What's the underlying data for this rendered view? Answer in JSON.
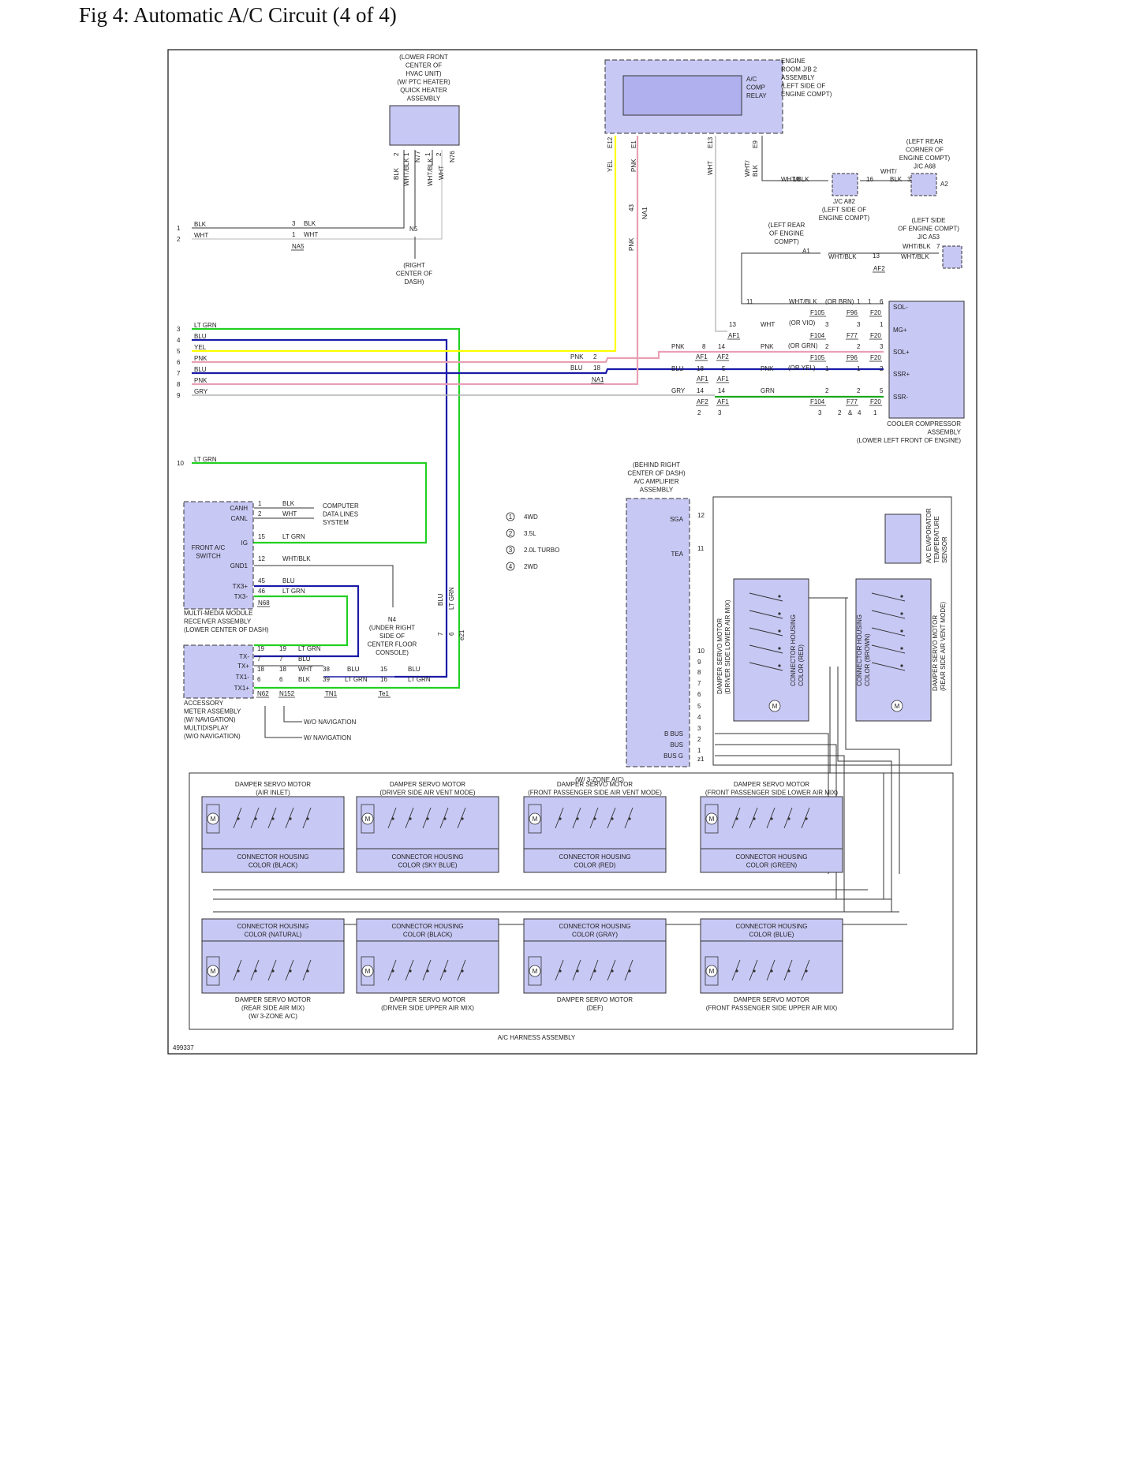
{
  "title": "Fig 4: Automatic A/C Circuit (4 of 4)",
  "figure_id": "499337",
  "harness_label": "A/C HARNESS ASSEMBLY",
  "colors": {
    "component_fill": "#c8c8f5",
    "wire_yel": "#ffff00",
    "wire_pnk": "#e9a0b4",
    "wire_blu": "#1a1aa8",
    "wire_ltgrn": "#22d022",
    "wire_grn": "#1aa81a",
    "wire_gry": "#a8a8a8",
    "wire_wht": "#b4b4b4",
    "wire_blk": "#333333"
  },
  "components": {
    "quick_heater": [
      "(LOWER FRONT",
      "CENTER OF",
      "HVAC UNIT)",
      "(W/ PTC HEATER)",
      "QUICK HEATER",
      "ASSEMBLY"
    ],
    "engine_room_jb": [
      "ENGINE",
      "ROOM J/B 2",
      "ASSEMBLY",
      "(LEFT SIDE OF",
      "ENGINE COMPT)"
    ],
    "ac_comp_relay": [
      "A/C",
      "COMP",
      "RELAY"
    ],
    "jc_a68": [
      "(LEFT REAR",
      "CORNER OF",
      "ENGINE COMPT)",
      "J/C A68"
    ],
    "jc_a82": [
      "J/C A82",
      "(LEFT SIDE OF",
      "ENGINE COMPT)"
    ],
    "left_rear_engine": [
      "(LEFT REAR",
      "OF ENGINE",
      "COMPT)"
    ],
    "jc_a53": [
      "(LEFT SIDE",
      "OF ENGINE COMPT)",
      "J/C A53"
    ],
    "right_center_dash": [
      "(RIGHT",
      "CENTER OF",
      "DASH)"
    ],
    "cooler_compressor": [
      "COOLER COMPRESSOR",
      "ASSEMBLY",
      "(LOWER LEFT FRONT OF ENGINE)"
    ],
    "ac_amplifier": [
      "(BEHIND RIGHT",
      "CENTER OF DASH)",
      "A/C AMPLIFIER",
      "ASSEMBLY"
    ],
    "front_ac_switch": [
      "FRONT A/C",
      "SWITCH"
    ],
    "multimedia": [
      "MULTI-MEDIA MODULE",
      "RECEIVER ASSEMBLY",
      "(LOWER CENTER OF DASH)"
    ],
    "accessory_meter": [
      "ACCESSORY",
      "METER ASSEMBLY",
      "(W/ NAVIGATION)",
      "MULTIDISPLAY",
      "(W/O NAVIGATION)"
    ],
    "computer_data": [
      "COMPUTER",
      "DATA LINES",
      "SYSTEM"
    ],
    "n4": [
      "N4",
      "(UNDER RIGHT",
      "SIDE OF",
      "CENTER FLOOR",
      "CONSOLE)"
    ],
    "evap_sensor": [
      "A/C EVAPORATOR",
      "TEMPERATURE",
      "SENSOR"
    ],
    "servo_driver_lower": [
      "DAMPER SERVO MOTOR",
      "(DRIVER SIDE LOWER AIR MIX)"
    ],
    "conn_red_v": [
      "CONNECTOR HOUSING",
      "COLOR (RED)"
    ],
    "conn_brown_v": [
      "CONNECTOR HOUSING",
      "COLOR (BROWN)"
    ],
    "servo_rear_vent": [
      "DAMPER SERVO MOTOR",
      "(REAR SIDE AIR VENT MODE)"
    ]
  },
  "legend": [
    {
      "num": "1",
      "label": "4WD"
    },
    {
      "num": "2",
      "label": "3.5L"
    },
    {
      "num": "3",
      "label": "2.0L TURBO"
    },
    {
      "num": "4",
      "label": "2WD"
    }
  ],
  "left_pins": [
    "1",
    "2",
    "3",
    "4",
    "5",
    "6",
    "7",
    "8",
    "9",
    "10"
  ],
  "left_wires": [
    "BLK",
    "WHT",
    "LT GRN",
    "BLU",
    "YEL",
    "PNK",
    "BLU",
    "PNK",
    "GRY",
    "LT GRN"
  ],
  "switch_pins": [
    "CANH",
    "CANL",
    "IG",
    "GND1",
    "TX3+",
    "TX3-"
  ],
  "meter_pins": [
    "TX-",
    "TX+",
    "TX1-",
    "TX1+"
  ],
  "amp_pins": [
    "SGA",
    "TEA",
    "B BUS",
    "BUS",
    "BUS G"
  ],
  "comp_pins": [
    "SOL-",
    "MG+",
    "SOL+",
    "SSR+",
    "SSR-"
  ],
  "nav": {
    "wo": "W/O NAVIGATION",
    "w": "W/ NAVIGATION"
  },
  "three_zone": "(W/ 3-ZONE A/C)",
  "servo_row1": [
    {
      "title": [
        "DAMPER SERVO MOTOR",
        "(AIR INLET)"
      ],
      "conn": [
        "CONNECTOR HOUSING",
        "COLOR (BLACK)"
      ]
    },
    {
      "title": [
        "DAMPER SERVO MOTOR",
        "(DRIVER SIDE AIR VENT MODE)"
      ],
      "conn": [
        "CONNECTOR HOUSING",
        "COLOR (SKY BLUE)"
      ]
    },
    {
      "title": [
        "DAMPER SERVO MOTOR",
        "(FRONT PASSENGER SIDE AIR VENT MODE)"
      ],
      "conn": [
        "CONNECTOR HOUSING",
        "COLOR (RED)"
      ]
    },
    {
      "title": [
        "DAMPER SERVO MOTOR",
        "(FRONT PASSENGER SIDE LOWER AIR MIX)"
      ],
      "conn": [
        "CONNECTOR HOUSING",
        "COLOR (GREEN)"
      ]
    }
  ],
  "servo_row2": [
    {
      "title": [
        "DAMPER SERVO MOTOR",
        "(REAR SIDE AIR MIX)",
        "(W/ 3-ZONE A/C)"
      ],
      "conn": [
        "CONNECTOR HOUSING",
        "COLOR (NATURAL)"
      ]
    },
    {
      "title": [
        "DAMPER SERVO MOTOR",
        "(DRIVER SIDE UPPER AIR MIX)"
      ],
      "conn": [
        "CONNECTOR HOUSING",
        "COLOR (BLACK)"
      ]
    },
    {
      "title": [
        "DAMPER SERVO MOTOR",
        "(DEF)"
      ],
      "conn": [
        "CONNECTOR HOUSING",
        "COLOR (GRAY)"
      ]
    },
    {
      "title": [
        "DAMPER SERVO MOTOR",
        "(FRONT PASSENGER SIDE UPPER AIR MIX)"
      ],
      "conn": [
        "CONNECTOR HOUSING",
        "COLOR (BLUE)"
      ]
    }
  ],
  "labels": [
    {
      "t": "E12"
    },
    {
      "t": "E1"
    },
    {
      "t": "E13"
    },
    {
      "t": "E9"
    },
    {
      "t": "YEL"
    },
    {
      "t": "PNK"
    },
    {
      "t": "WHT"
    },
    {
      "t": "WHT/"
    },
    {
      "t": "BLK"
    },
    {
      "t": "2"
    },
    {
      "t": "1"
    },
    {
      "t": "N77"
    },
    {
      "t": "1"
    },
    {
      "t": "2"
    },
    {
      "t": "N76"
    },
    {
      "t": "BLK"
    },
    {
      "t": "WHT/BLK"
    },
    {
      "t": "WHT/BLK"
    },
    {
      "t": "WHT"
    },
    {
      "t": "3"
    },
    {
      "t": "BLK"
    },
    {
      "t": "1"
    },
    {
      "t": "WHT"
    },
    {
      "t": "NA5"
    },
    {
      "t": "N5"
    },
    {
      "t": "43"
    },
    {
      "t": "NA1"
    },
    {
      "t": "PNK"
    },
    {
      "t": "WHT/BLK"
    },
    {
      "t": "18"
    },
    {
      "t": "16"
    },
    {
      "t": "BLK"
    },
    {
      "t": "WHT/"
    },
    {
      "t": "3"
    },
    {
      "t": "A2"
    },
    {
      "t": "A1"
    },
    {
      "t": "WHT/BLK"
    },
    {
      "t": "13"
    },
    {
      "t": "AF2"
    },
    {
      "t": "WHT/BLK"
    },
    {
      "t": "7"
    },
    {
      "t": "WHT/BLK"
    },
    {
      "t": "11"
    },
    {
      "t": "WHT/BLK"
    },
    {
      "t": "(OR BRN)"
    },
    {
      "t": "1"
    },
    {
      "t": "1"
    },
    {
      "t": "6"
    },
    {
      "t": "F105"
    },
    {
      "t": "F96"
    },
    {
      "t": "F20"
    },
    {
      "t": "13"
    },
    {
      "t": "WHT"
    },
    {
      "t": "(OR VIO)"
    },
    {
      "t": "3"
    },
    {
      "t": "3"
    },
    {
      "t": "1"
    },
    {
      "t": "AF1"
    },
    {
      "t": "F104"
    },
    {
      "t": "F77"
    },
    {
      "t": "F20"
    },
    {
      "t": "PNK"
    },
    {
      "t": "8"
    },
    {
      "t": "14"
    },
    {
      "t": "PNK"
    },
    {
      "t": "(OR GRN)"
    },
    {
      "t": "2"
    },
    {
      "t": "2"
    },
    {
      "t": "3"
    },
    {
      "t": "AF1"
    },
    {
      "t": "AF2"
    },
    {
      "t": "F105"
    },
    {
      "t": "F96"
    },
    {
      "t": "F20"
    },
    {
      "t": "BLU"
    },
    {
      "t": "18"
    },
    {
      "t": "5"
    },
    {
      "t": "PNK"
    },
    {
      "t": "(OR YEL)"
    },
    {
      "t": "1"
    },
    {
      "t": "1"
    },
    {
      "t": "2"
    },
    {
      "t": "AF1"
    },
    {
      "t": "AF1"
    },
    {
      "t": "GRY"
    },
    {
      "t": "14"
    },
    {
      "t": "14"
    },
    {
      "t": "GRN"
    },
    {
      "t": "2"
    },
    {
      "t": "2"
    },
    {
      "t": "5"
    },
    {
      "t": "AF2"
    },
    {
      "t": "AF1"
    },
    {
      "t": "F104"
    },
    {
      "t": "F77"
    },
    {
      "t": "F20"
    },
    {
      "t": "2"
    },
    {
      "t": "3"
    },
    {
      "t": "3"
    },
    {
      "t": "2"
    },
    {
      "t": "&"
    },
    {
      "t": "4"
    },
    {
      "t": "1"
    },
    {
      "t": "PNK"
    },
    {
      "t": "2"
    },
    {
      "t": "BLU"
    },
    {
      "t": "18"
    },
    {
      "t": "NA1"
    },
    {
      "t": "1"
    },
    {
      "t": "BLK"
    },
    {
      "t": "2"
    },
    {
      "t": "WHT"
    },
    {
      "t": "15"
    },
    {
      "t": "LT GRN"
    },
    {
      "t": "12"
    },
    {
      "t": "WHT/BLK"
    },
    {
      "t": "45"
    },
    {
      "t": "BLU"
    },
    {
      "t": "46"
    },
    {
      "t": "LT GRN"
    },
    {
      "t": "N68"
    },
    {
      "t": "19"
    },
    {
      "t": "19"
    },
    {
      "t": "LT GRN"
    },
    {
      "t": "7"
    },
    {
      "t": "7"
    },
    {
      "t": "BLU"
    },
    {
      "t": "18"
    },
    {
      "t": "18"
    },
    {
      "t": "WHT"
    },
    {
      "t": "38"
    },
    {
      "t": "BLU"
    },
    {
      "t": "15"
    },
    {
      "t": "BLU"
    },
    {
      "t": "6"
    },
    {
      "t": "6"
    },
    {
      "t": "BLK"
    },
    {
      "t": "39"
    },
    {
      "t": "LT GRN"
    },
    {
      "t": "16"
    },
    {
      "t": "LT GRN"
    },
    {
      "t": "N62"
    },
    {
      "t": "N152"
    },
    {
      "t": "TN1"
    },
    {
      "t": "Te1"
    },
    {
      "t": "BLU"
    },
    {
      "t": "LT GRN"
    },
    {
      "t": "7"
    },
    {
      "t": "6"
    },
    {
      "t": "e21"
    },
    {
      "t": "12"
    },
    {
      "t": "11"
    },
    {
      "t": "10"
    },
    {
      "t": "9"
    },
    {
      "t": "8"
    },
    {
      "t": "7"
    },
    {
      "t": "6"
    },
    {
      "t": "5"
    },
    {
      "t": "4"
    },
    {
      "t": "3"
    },
    {
      "t": "2"
    },
    {
      "t": "1"
    },
    {
      "t": "z1"
    }
  ]
}
